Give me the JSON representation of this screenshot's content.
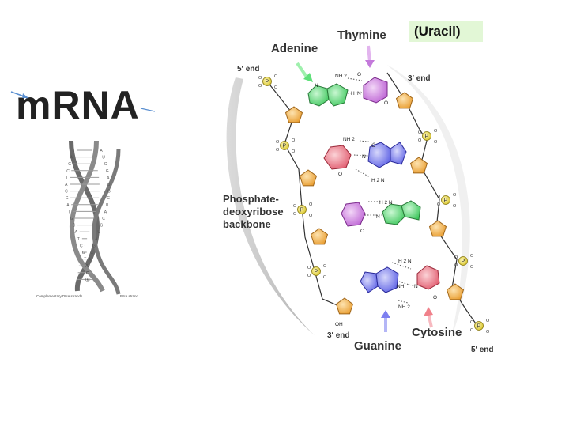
{
  "slide": {
    "title": "mRNA",
    "uracil_label": "(Uracil)"
  },
  "left_figure": {
    "caption_left": "Complementary DNA strands",
    "caption_right": "RNA strand",
    "letters_a": [
      "T",
      "A",
      "G",
      "C",
      "T",
      "A",
      "C",
      "G",
      "A",
      "T",
      "G",
      "C",
      "A",
      "T",
      "C",
      "G",
      "T",
      "A",
      "G",
      "C"
    ],
    "letters_b": [
      "A",
      "U",
      "C",
      "G",
      "A",
      "U",
      "G",
      "C",
      "U",
      "A",
      "C",
      "G",
      "U",
      "A",
      "G",
      "C",
      "A",
      "U",
      "C",
      "G"
    ]
  },
  "diagram": {
    "labels": {
      "adenine": "Adenine",
      "thymine": "Thymine",
      "guanine": "Guanine",
      "cytosine": "Cytosine",
      "backbone": [
        "Phosphate-",
        "deoxyribose",
        "backbone"
      ],
      "five_end_top": "5′ end",
      "three_end_top": "3′ end",
      "three_end_bottom": "3′ end",
      "five_end_bottom": "5′ end"
    },
    "atoms": {
      "nh2": "NH 2",
      "h2n": "H 2 N",
      "o": "O",
      "h": "H",
      "n": "N",
      "nh": "NH",
      "oh": "OH",
      "p": "P"
    },
    "colors": {
      "adenine": "#5fe07a",
      "thymine": "#d98ae8",
      "guanine": "#7c7ff0",
      "cytosine": "#f0808a",
      "sugar": "#f3b04a",
      "phosphate": "#e8d63a"
    }
  }
}
